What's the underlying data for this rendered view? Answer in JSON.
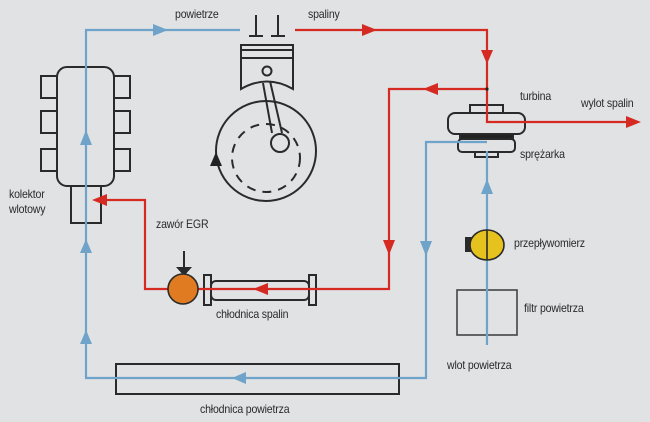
{
  "diagram": {
    "title": "",
    "colors": {
      "background": "#e1e2e4",
      "air_flow": "#6fa3c9",
      "exhaust_flow": "#d42a22",
      "outline": "#2a2a2a",
      "egr_valve": "#e07b22",
      "flowmeter": "#e6c21e"
    },
    "labels": {
      "air": "powietrze",
      "exhaust": "spaliny",
      "turbine": "turbina",
      "exhaust_outlet": "wylot spalin",
      "compressor": "sprężarka",
      "intake_manifold_line1": "kolektor",
      "intake_manifold_line2": "wlotowy",
      "egr_valve": "zawór EGR",
      "flowmeter": "przepływomierz",
      "exhaust_cooler": "chłodnica spalin",
      "air_filter": "filtr powietrza",
      "air_inlet": "wlot powietrza",
      "intercooler": "chłodnica powietrza"
    },
    "components": [
      {
        "id": "intake-manifold",
        "label": "kolektor wlotowy"
      },
      {
        "id": "engine-cylinder",
        "label": ""
      },
      {
        "id": "turbocharger-turbine",
        "label": "turbina"
      },
      {
        "id": "turbocharger-compressor",
        "label": "sprężarka"
      },
      {
        "id": "egr-valve",
        "label": "zawór EGR"
      },
      {
        "id": "exhaust-cooler",
        "label": "chłodnica spalin"
      },
      {
        "id": "flowmeter",
        "label": "przepływomierz"
      },
      {
        "id": "air-filter",
        "label": "filtr powietrza"
      },
      {
        "id": "intercooler",
        "label": "chłodnica powietrza"
      }
    ]
  }
}
